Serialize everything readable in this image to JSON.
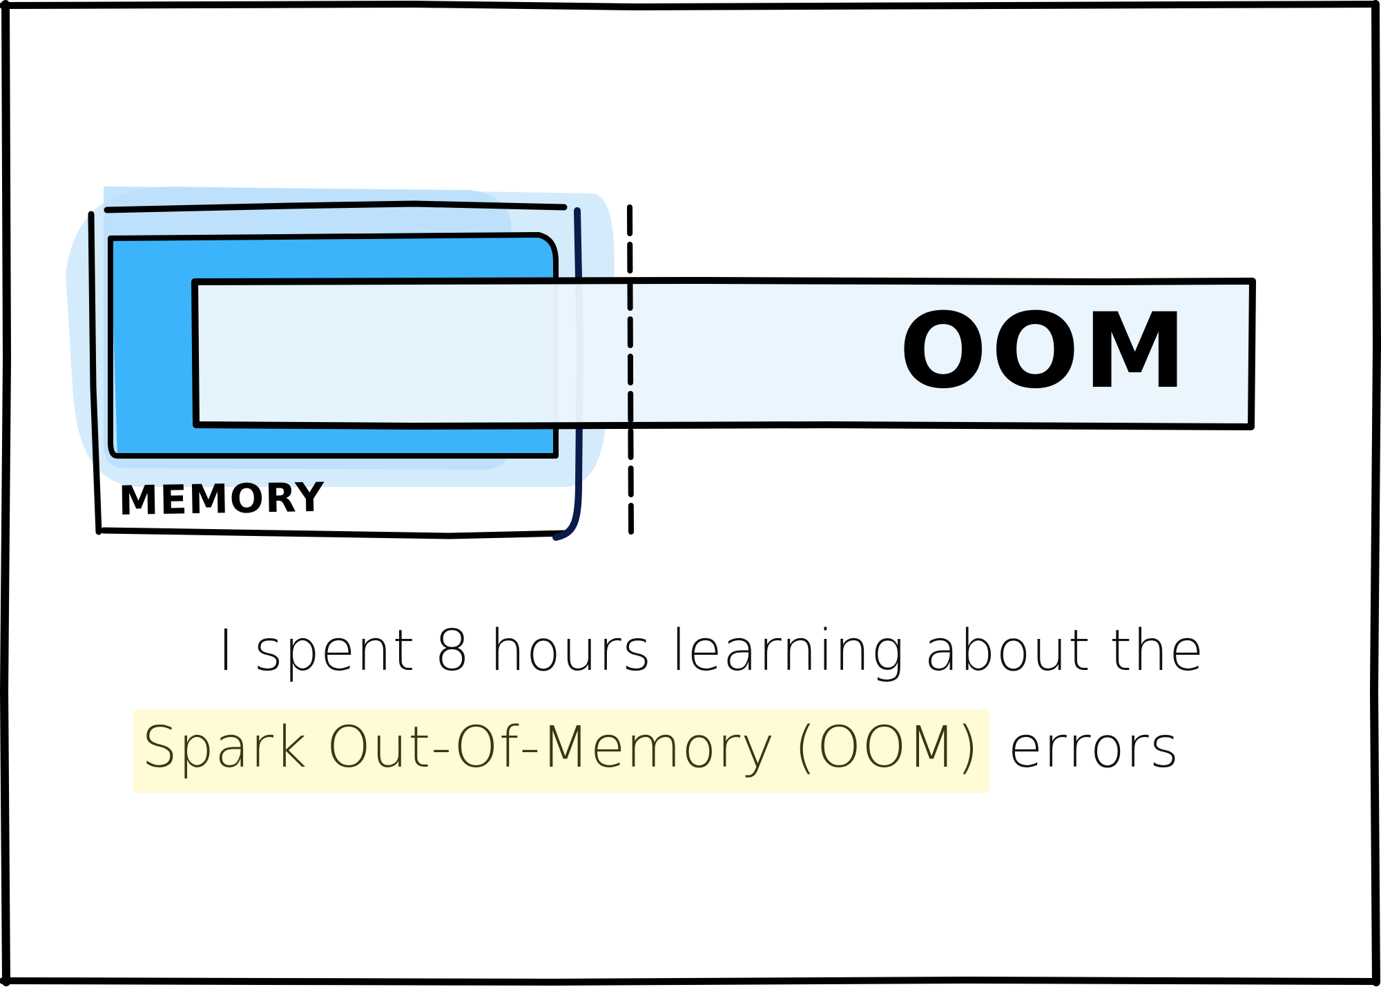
{
  "diagram": {
    "memory_label": "MEMORY",
    "oom_label": "OOM"
  },
  "caption": {
    "line1": "I spent 8 hours learning about the",
    "line2_highlight": "Spark Out-Of-Memory (OOM)",
    "line2_rest": "errors"
  },
  "colors": {
    "memory_fill": "#3cb4fb",
    "memory_glow": "#cfe9fc",
    "bar_fill": "#eaf5fd",
    "highlight": "#fffbd5",
    "ink": "#111111",
    "highlight_text": "#3a3514"
  }
}
